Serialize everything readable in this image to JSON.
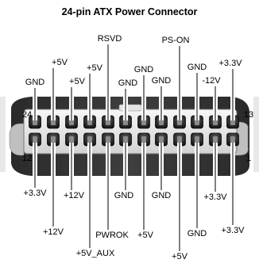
{
  "title": "24-pin ATX Power Connector",
  "end_numbers": {
    "top_left": "24",
    "top_right": "13",
    "bottom_left": "12",
    "bottom_right": "1"
  },
  "top_row_pins": [
    {
      "label": "GND"
    },
    {
      "label": "+5V"
    },
    {
      "label": "+5V"
    },
    {
      "label": "+5V"
    },
    {
      "label": "RSVD"
    },
    {
      "label": "GND"
    },
    {
      "label": "GND"
    },
    {
      "label": "GND"
    },
    {
      "label": "PS-ON"
    },
    {
      "label": "GND"
    },
    {
      "label": "-12V"
    },
    {
      "label": "+3.3V"
    }
  ],
  "bottom_row_pins": [
    {
      "label": "+3.3V"
    },
    {
      "label": "+12V"
    },
    {
      "label": "+12V"
    },
    {
      "label": "+5V_AUX"
    },
    {
      "label": "PWROK"
    },
    {
      "label": "GND"
    },
    {
      "label": "+5V"
    },
    {
      "label": "GND"
    },
    {
      "label": "+5V"
    },
    {
      "label": "GND"
    },
    {
      "label": "+3.3V"
    },
    {
      "label": "+3.3V"
    }
  ]
}
